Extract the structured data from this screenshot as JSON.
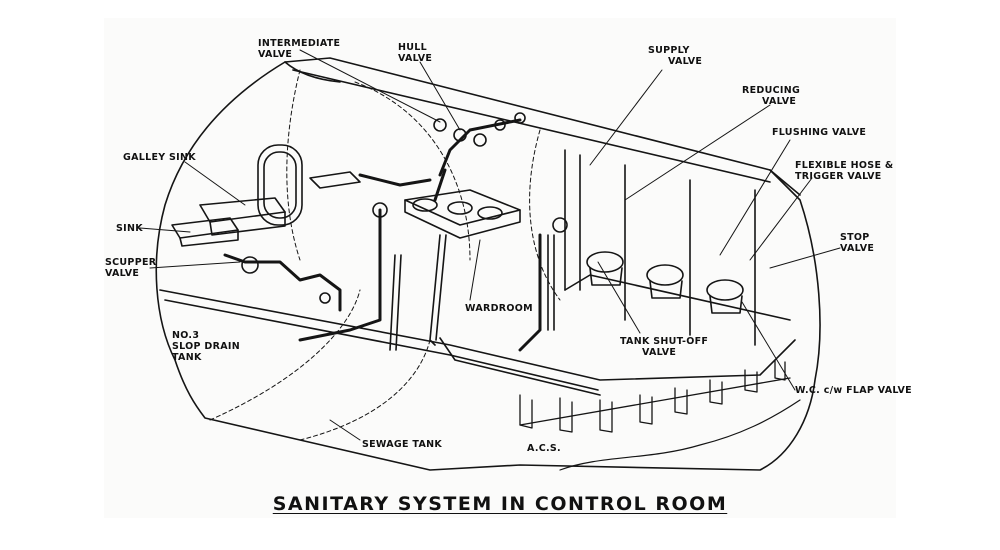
{
  "title": "SANITARY SYSTEM IN CONTROL ROOM",
  "labels": {
    "intermediate_valve": [
      "INTERMEDIATE",
      "VALVE"
    ],
    "hull_valve": [
      "HULL",
      "VALVE"
    ],
    "supply_valve": [
      "SUPPLY",
      "VALVE"
    ],
    "reducing_valve": [
      "REDUCING",
      "VALVE"
    ],
    "flushing_valve": [
      "FLUSHING VALVE"
    ],
    "flexible_hose": [
      "FLEXIBLE HOSE &",
      "TRIGGER VALVE"
    ],
    "stop_valve": [
      "STOP",
      "VALVE"
    ],
    "galley_sink": [
      "GALLEY SINK"
    ],
    "sink": [
      "SINK"
    ],
    "scupper_valve": [
      "SCUPPER",
      "VALVE"
    ],
    "slop_drain_tank": [
      "NO.3",
      "SLOP DRAIN",
      "TANK"
    ],
    "wardroom": [
      "WARDROOM"
    ],
    "tank_shutoff_valve": [
      "TANK SHUT-OFF",
      "VALVE"
    ],
    "wc_flap_valve": [
      "W.C. c/w FLAP VALVE"
    ],
    "sewage_tank": [
      "SEWAGE TANK"
    ],
    "acs": [
      "A.C.S."
    ]
  }
}
